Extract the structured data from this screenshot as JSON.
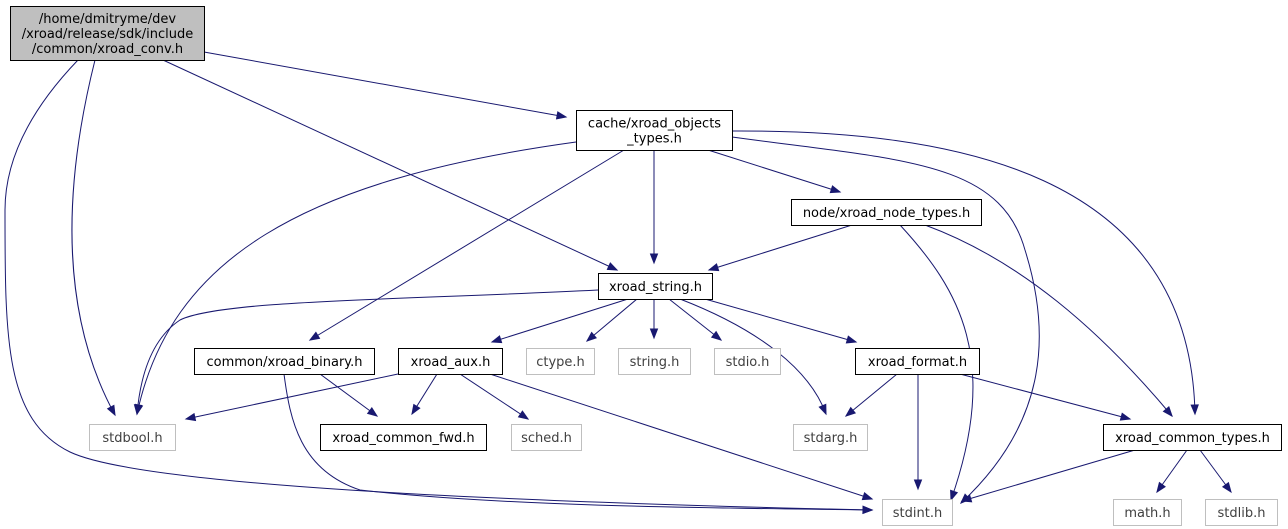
{
  "colors": {
    "edge": "#191970",
    "root_fill": "#bfbfbf",
    "local_border": "#000000",
    "system_border": "#bfbfbf",
    "system_text": "#404040",
    "text": "#000000"
  },
  "nodes": {
    "root": {
      "lines": [
        "/home/dmitryme/dev",
        "/xroad/release/sdk/include",
        "/common/xroad_conv.h"
      ],
      "kind": "root"
    },
    "objtypes": {
      "lines": [
        "cache/xroad_objects",
        "_types.h"
      ],
      "kind": "local"
    },
    "nodetypes": {
      "lines": [
        "node/xroad_node_types.h"
      ],
      "kind": "local"
    },
    "string": {
      "lines": [
        "xroad_string.h"
      ],
      "kind": "local"
    },
    "binary": {
      "lines": [
        "common/xroad_binary.h"
      ],
      "kind": "local"
    },
    "aux": {
      "lines": [
        "xroad_aux.h"
      ],
      "kind": "local"
    },
    "ctype": {
      "lines": [
        "ctype.h"
      ],
      "kind": "system"
    },
    "stringh": {
      "lines": [
        "string.h"
      ],
      "kind": "system"
    },
    "stdio": {
      "lines": [
        "stdio.h"
      ],
      "kind": "system"
    },
    "format": {
      "lines": [
        "xroad_format.h"
      ],
      "kind": "local"
    },
    "stdbool": {
      "lines": [
        "stdbool.h"
      ],
      "kind": "system"
    },
    "fwd": {
      "lines": [
        "xroad_common_fwd.h"
      ],
      "kind": "local"
    },
    "sched": {
      "lines": [
        "sched.h"
      ],
      "kind": "system"
    },
    "stdarg": {
      "lines": [
        "stdarg.h"
      ],
      "kind": "system"
    },
    "common": {
      "lines": [
        "xroad_common_types.h"
      ],
      "kind": "local"
    },
    "stdint": {
      "lines": [
        "stdint.h"
      ],
      "kind": "system"
    },
    "math": {
      "lines": [
        "math.h"
      ],
      "kind": "system"
    },
    "stdlib": {
      "lines": [
        "stdlib.h"
      ],
      "kind": "system"
    }
  },
  "edges": [
    [
      "root",
      "objtypes"
    ],
    [
      "root",
      "string"
    ],
    [
      "root",
      "stdbool"
    ],
    [
      "root",
      "stdint"
    ],
    [
      "objtypes",
      "stdbool"
    ],
    [
      "objtypes",
      "binary"
    ],
    [
      "objtypes",
      "string"
    ],
    [
      "objtypes",
      "nodetypes"
    ],
    [
      "objtypes",
      "stdint"
    ],
    [
      "objtypes",
      "common"
    ],
    [
      "nodetypes",
      "string"
    ],
    [
      "nodetypes",
      "stdint"
    ],
    [
      "nodetypes",
      "common"
    ],
    [
      "string",
      "stdbool"
    ],
    [
      "string",
      "aux"
    ],
    [
      "string",
      "ctype"
    ],
    [
      "string",
      "stringh"
    ],
    [
      "string",
      "stdio"
    ],
    [
      "string",
      "stdarg"
    ],
    [
      "string",
      "format"
    ],
    [
      "binary",
      "fwd"
    ],
    [
      "binary",
      "stdint"
    ],
    [
      "aux",
      "stdbool"
    ],
    [
      "aux",
      "fwd"
    ],
    [
      "aux",
      "sched"
    ],
    [
      "aux",
      "stdint"
    ],
    [
      "format",
      "stdarg"
    ],
    [
      "format",
      "stdint"
    ],
    [
      "format",
      "common"
    ],
    [
      "common",
      "stdint"
    ],
    [
      "common",
      "math"
    ],
    [
      "common",
      "stdlib"
    ]
  ]
}
